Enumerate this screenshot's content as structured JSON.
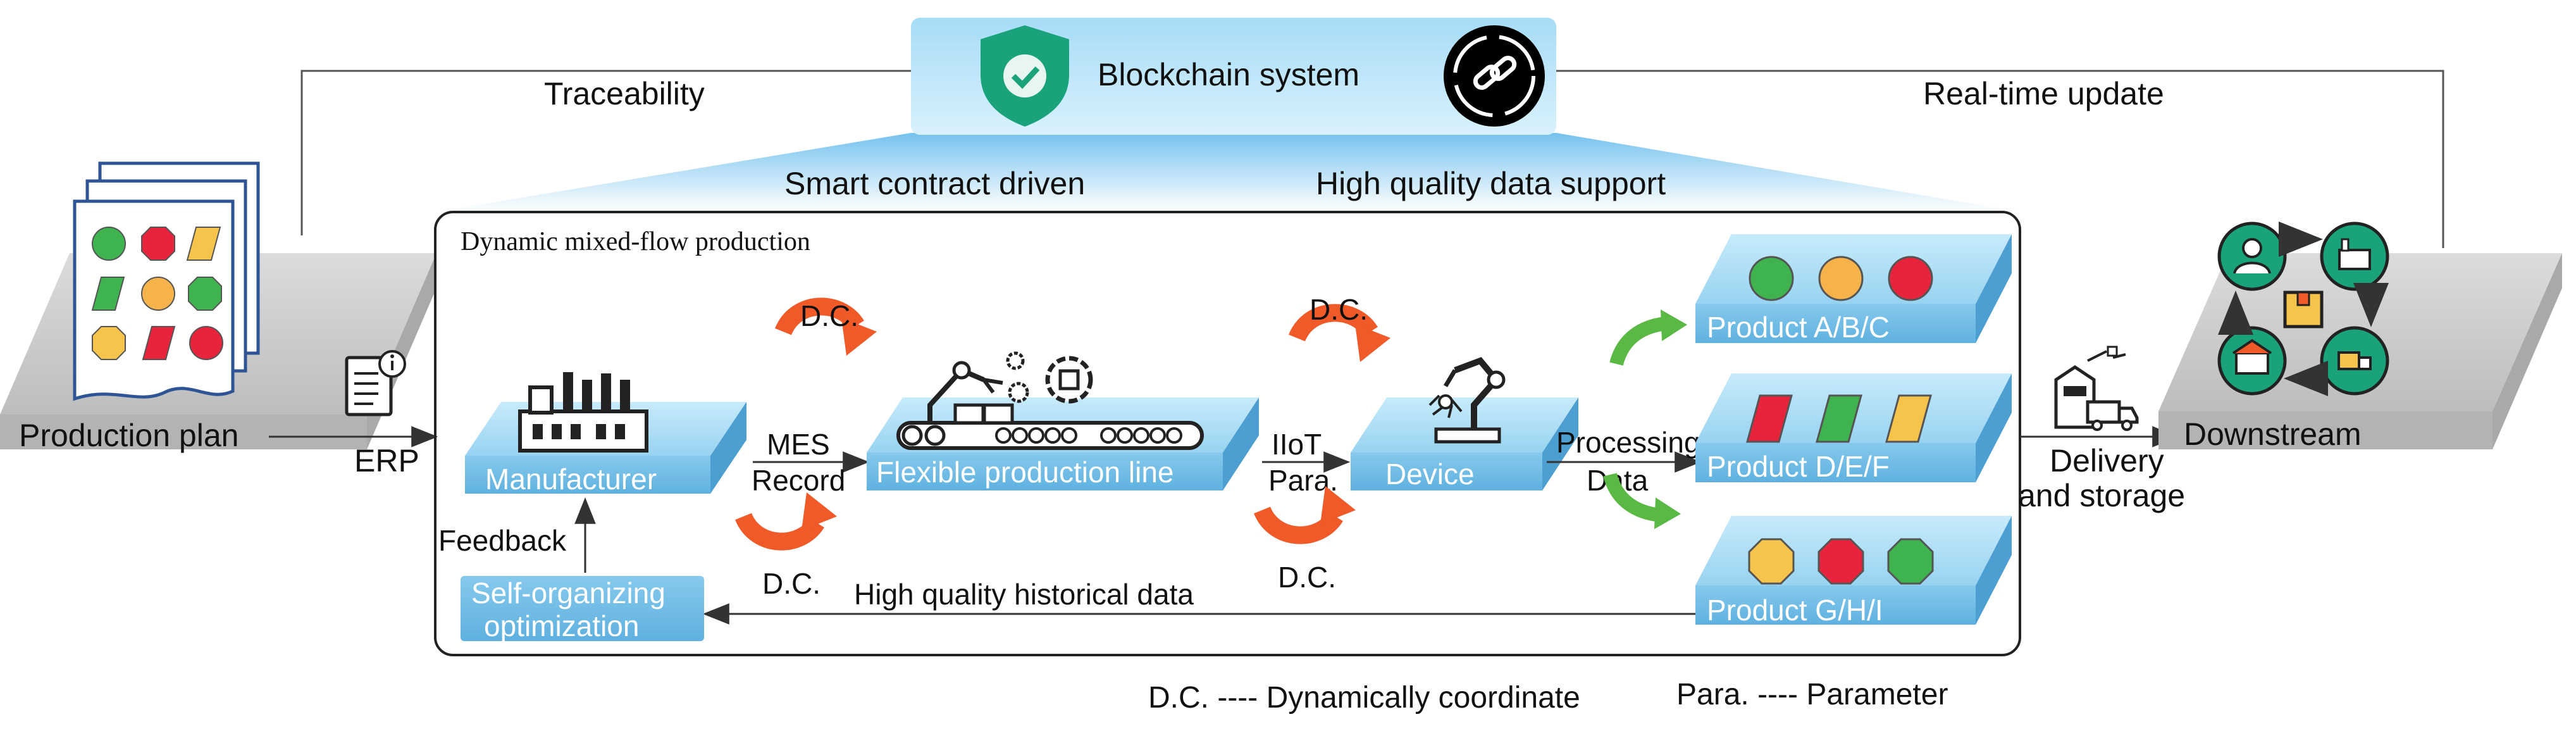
{
  "blockchain": {
    "title": "Blockchain system"
  },
  "top": {
    "traceability": "Traceability",
    "realtime": "Real-time update",
    "smart_contract": "Smart contract driven",
    "hq_support": "High quality data support"
  },
  "left": {
    "production_plan": "Production plan",
    "erp": "ERP"
  },
  "right": {
    "downstream": "Downstream",
    "delivery_line1": "Delivery",
    "delivery_line2": "and storage"
  },
  "flow": {
    "title": "Dynamic mixed-flow production",
    "manufacturer": "Manufacturer",
    "flex_line": "Flexible production line",
    "device": "Device",
    "mes_line1": "MES",
    "mes_line2": "Record",
    "iiot_line1": "IIoT",
    "iiot_line2": "Para.",
    "processing_line1": "Processing",
    "processing_line2": "Data",
    "dc": "D.C.",
    "feedback": "Feedback",
    "self_org_line1": "Self-organizing",
    "self_org_line2": "optimization",
    "hq_historical": "High quality historical data"
  },
  "products": {
    "abc": "Product A/B/C",
    "def": "Product D/E/F",
    "ghi": "Product G/H/I"
  },
  "legend": {
    "dc": "D.C. ---- Dynamically coordinate",
    "para": "Para. ---- Parameter"
  },
  "colors": {
    "platform_top": "#a9dcf5",
    "platform_front": "#7fc4ea",
    "gray_platform": "#c8c8c8",
    "orange_arrow": "#f05a28",
    "green_arrow": "#5ab845",
    "shield": "#1aa37a"
  }
}
